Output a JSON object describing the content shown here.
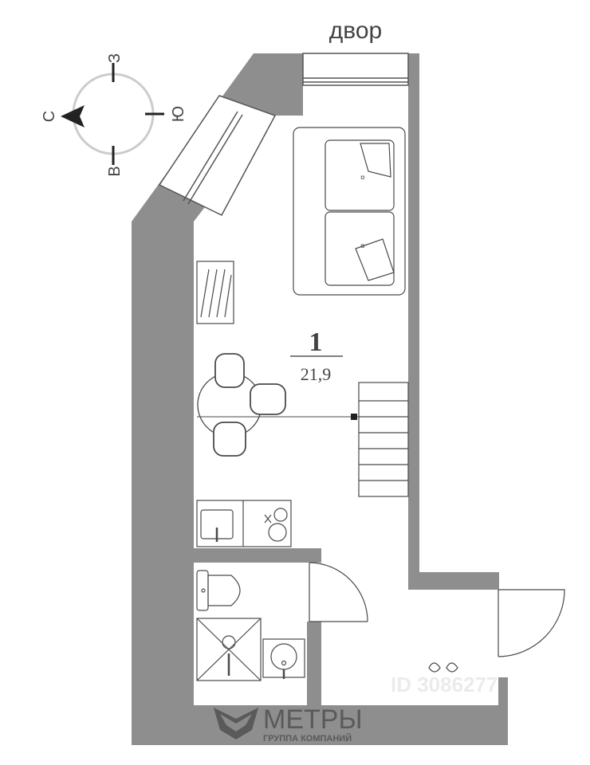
{
  "plan": {
    "yard_label": "двор",
    "room_number": "1",
    "room_area": "21,9",
    "compass": {
      "north": "С",
      "south": "Ю",
      "west": "З",
      "east": "В"
    },
    "watermark": "ID 3086277",
    "colors": {
      "wall": "#8e8e8e",
      "line": "#4a4a4a",
      "text": "#444444",
      "brand": "#5a5a5a"
    }
  },
  "brand": {
    "name": "МЕТРЫ",
    "tagline": "ГРУППА КОМПАНИЙ",
    "logo_icon": "metry-logo-icon"
  }
}
